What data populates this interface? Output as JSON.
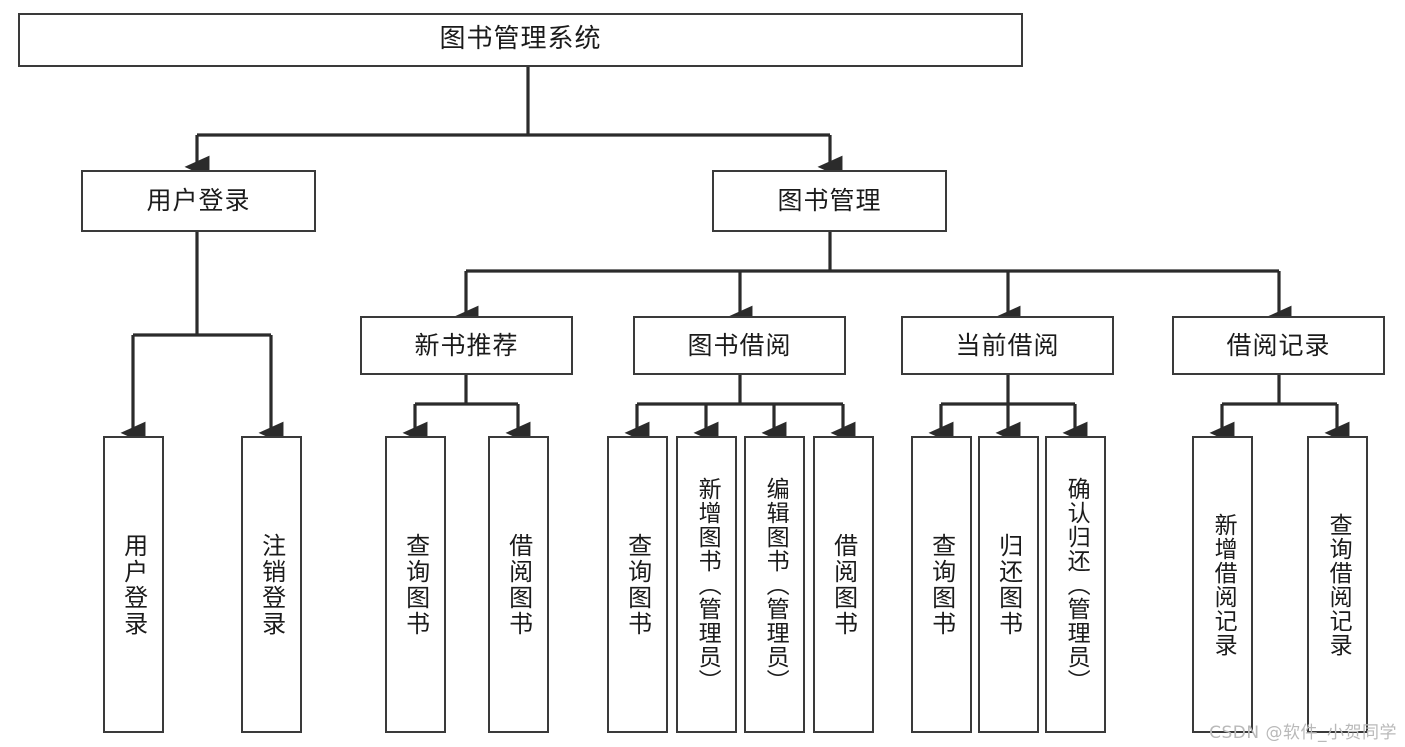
{
  "diagram": {
    "title": "图书管理系统",
    "type": "tree",
    "orientation": "top-down",
    "colors": {
      "box_border": "#3a3a3a",
      "box_fill": "#ffffff",
      "edge": "#2b2b2b",
      "text": "#1b1b1b",
      "background": "#ffffff",
      "watermark": "#b9b9b9"
    },
    "nodes": {
      "root": {
        "label": "图书管理系统",
        "level": 0
      },
      "level1": [
        {
          "id": "user-login",
          "label": "用户登录"
        },
        {
          "id": "book-manage",
          "label": "图书管理"
        }
      ],
      "level2": [
        {
          "id": "new-book-rec",
          "label": "新书推荐",
          "parent": "book-manage"
        },
        {
          "id": "book-borrow",
          "label": "图书借阅",
          "parent": "book-manage"
        },
        {
          "id": "current-borrow",
          "label": "当前借阅",
          "parent": "book-manage"
        },
        {
          "id": "borrow-record",
          "label": "借阅记录",
          "parent": "book-manage"
        }
      ],
      "leaves": [
        {
          "id": "leaf-user-login",
          "label": "用户登录",
          "parent": "user-login"
        },
        {
          "id": "leaf-logout",
          "label": "注销登录",
          "parent": "user-login"
        },
        {
          "id": "leaf-query-book-1",
          "label": "查询图书",
          "parent": "new-book-rec"
        },
        {
          "id": "leaf-borrow-book-1",
          "label": "借阅图书",
          "parent": "new-book-rec"
        },
        {
          "id": "leaf-query-book-2",
          "label": "查询图书",
          "parent": "book-borrow"
        },
        {
          "id": "leaf-add-book",
          "label": "新增图书（管理员）",
          "parent": "book-borrow"
        },
        {
          "id": "leaf-edit-book",
          "label": "编辑图书（管理员）",
          "parent": "book-borrow"
        },
        {
          "id": "leaf-borrow-book-2",
          "label": "借阅图书",
          "parent": "book-borrow"
        },
        {
          "id": "leaf-query-book-3",
          "label": "查询图书",
          "parent": "current-borrow"
        },
        {
          "id": "leaf-return-book",
          "label": "归还图书",
          "parent": "current-borrow"
        },
        {
          "id": "leaf-confirm-return",
          "label": "确认归还（管理员）",
          "parent": "current-borrow"
        },
        {
          "id": "leaf-add-record",
          "label": "新增借阅记录",
          "parent": "borrow-record"
        },
        {
          "id": "leaf-query-record",
          "label": "查询借阅记录",
          "parent": "borrow-record"
        }
      ]
    }
  },
  "watermark": {
    "text": "CSDN @软件_小贺同学"
  }
}
